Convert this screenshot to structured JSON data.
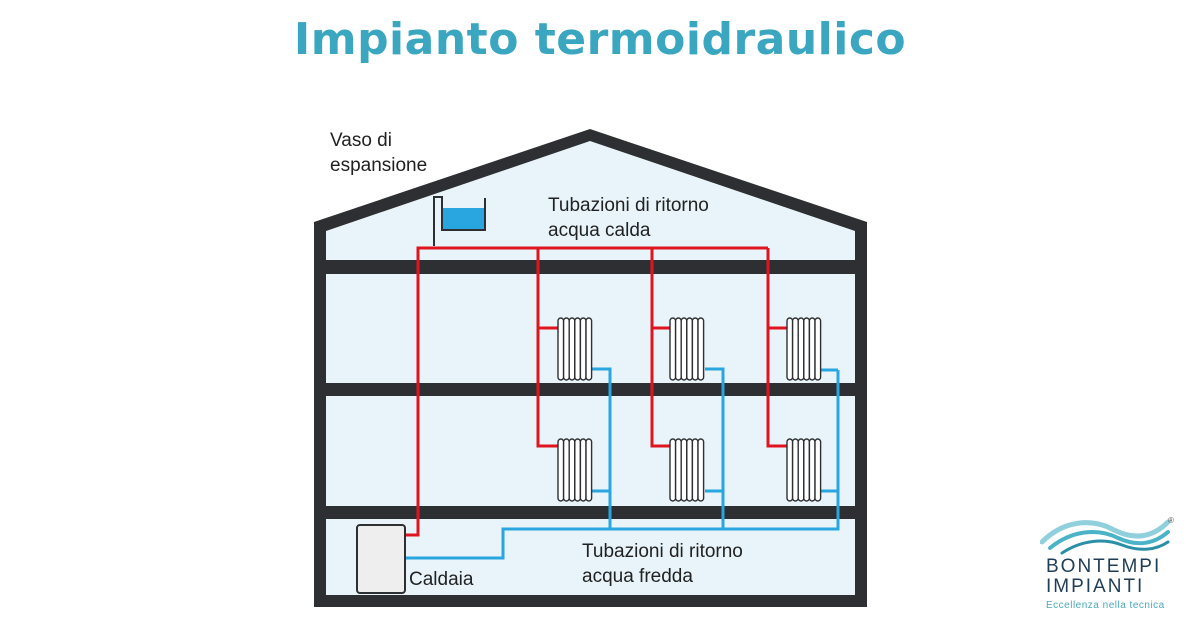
{
  "title": "Impianto termoidraulico",
  "labels": {
    "expansion_tank": [
      "Vaso di",
      "espansione"
    ],
    "hot_pipes": [
      "Tubazioni di ritorno",
      "acqua calda"
    ],
    "cold_pipes": [
      "Tubazioni di ritorno",
      "acqua fredda"
    ],
    "boiler": "Caldaia"
  },
  "logo": {
    "line1": "BONTEMPI",
    "line2": "IMPIANTI",
    "tagline": "Eccellenza nella tecnica",
    "registered": "®"
  },
  "colors": {
    "title": "#3aa6bf",
    "wall": "#2d2f32",
    "interior": "#e8f4fa",
    "hot_pipe": "#e0141e",
    "cold_pipe": "#29a6df",
    "tank_water": "#29a6df",
    "boiler": "#eeeeee"
  }
}
